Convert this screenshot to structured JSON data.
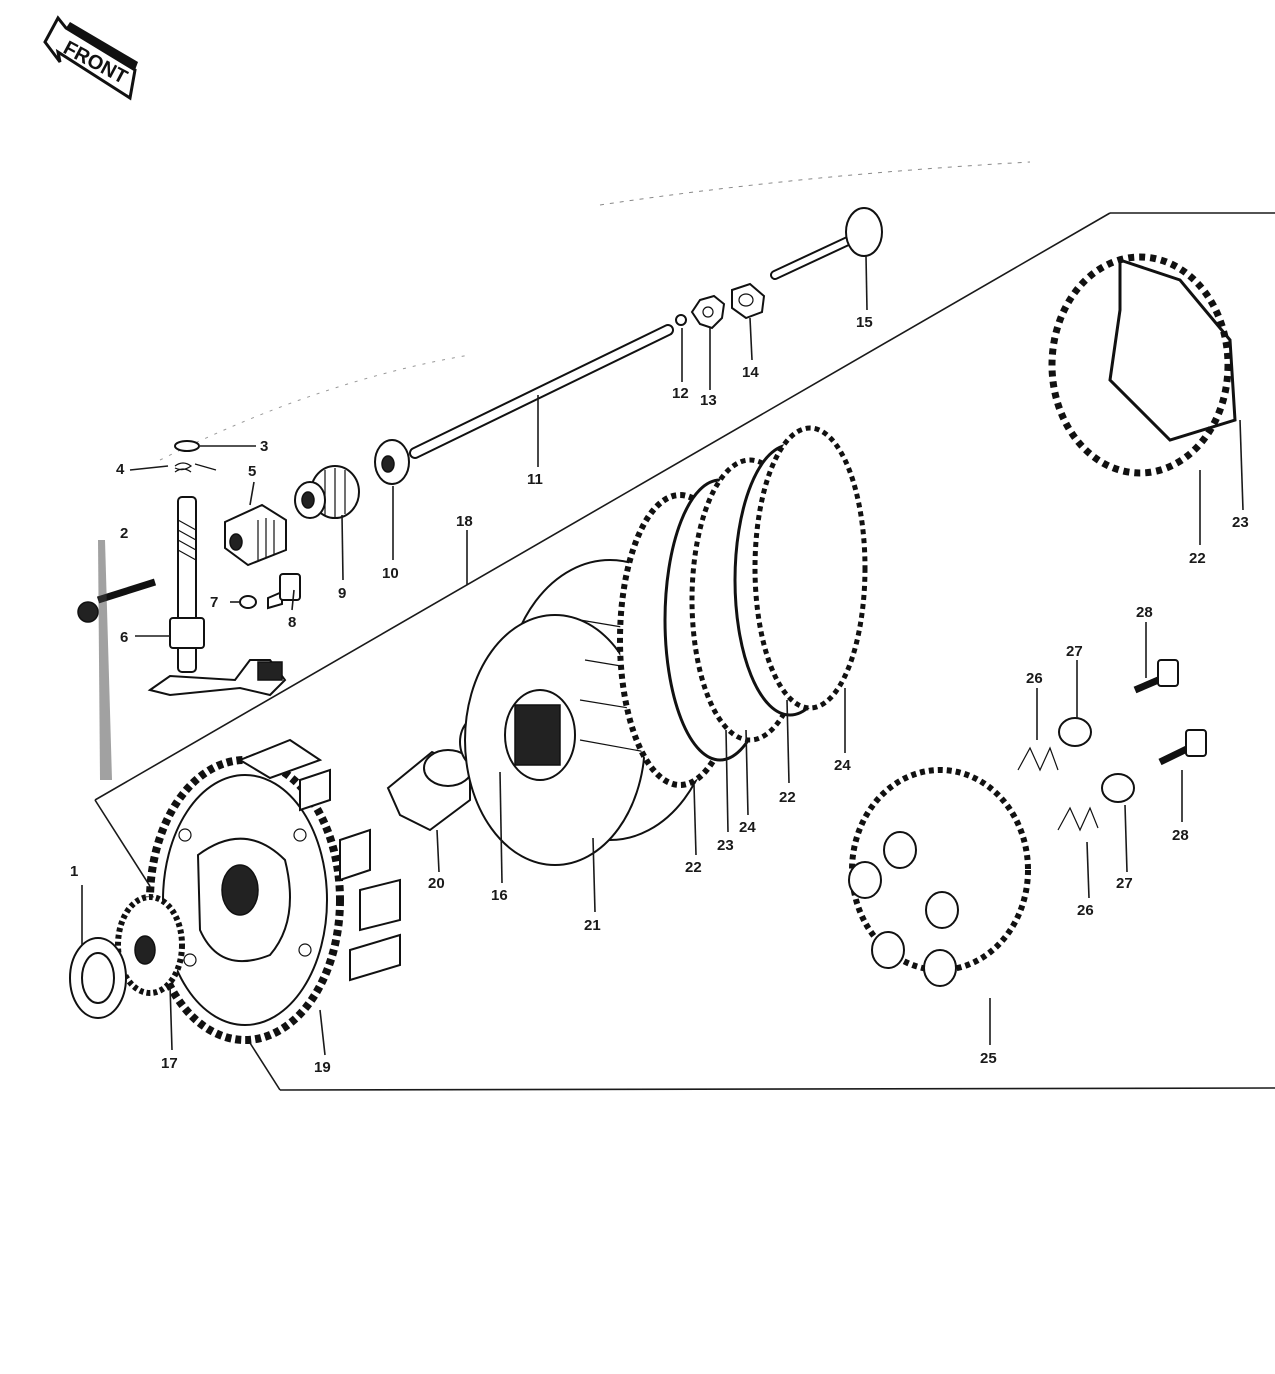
{
  "front_arrow": {
    "label": "FRONT"
  },
  "callouts": [
    {
      "id": "c3",
      "text": "3"
    },
    {
      "id": "c4",
      "text": "4"
    },
    {
      "id": "c5",
      "text": "5"
    },
    {
      "id": "c2",
      "text": "2"
    },
    {
      "id": "c7",
      "text": "7"
    },
    {
      "id": "c8",
      "text": "8"
    },
    {
      "id": "c6",
      "text": "6"
    },
    {
      "id": "c9",
      "text": "9"
    },
    {
      "id": "c10",
      "text": "10"
    },
    {
      "id": "c11",
      "text": "11"
    },
    {
      "id": "c12",
      "text": "12"
    },
    {
      "id": "c13",
      "text": "13"
    },
    {
      "id": "c14",
      "text": "14"
    },
    {
      "id": "c15",
      "text": "15"
    },
    {
      "id": "c18",
      "text": "18"
    },
    {
      "id": "c1",
      "text": "1"
    },
    {
      "id": "c17",
      "text": "17"
    },
    {
      "id": "c19",
      "text": "19"
    },
    {
      "id": "c20",
      "text": "20"
    },
    {
      "id": "c16",
      "text": "16"
    },
    {
      "id": "c21",
      "text": "21"
    },
    {
      "id": "c22a",
      "text": "22"
    },
    {
      "id": "c23a",
      "text": "23"
    },
    {
      "id": "c24a",
      "text": "24"
    },
    {
      "id": "c22b",
      "text": "22"
    },
    {
      "id": "c24b",
      "text": "24"
    },
    {
      "id": "c22c",
      "text": "22"
    },
    {
      "id": "c23b",
      "text": "23"
    },
    {
      "id": "c25",
      "text": "25"
    },
    {
      "id": "c26a",
      "text": "26"
    },
    {
      "id": "c27a",
      "text": "27"
    },
    {
      "id": "c28a",
      "text": "28"
    },
    {
      "id": "c26b",
      "text": "26"
    },
    {
      "id": "c27b",
      "text": "27"
    },
    {
      "id": "c28b",
      "text": "28"
    }
  ]
}
